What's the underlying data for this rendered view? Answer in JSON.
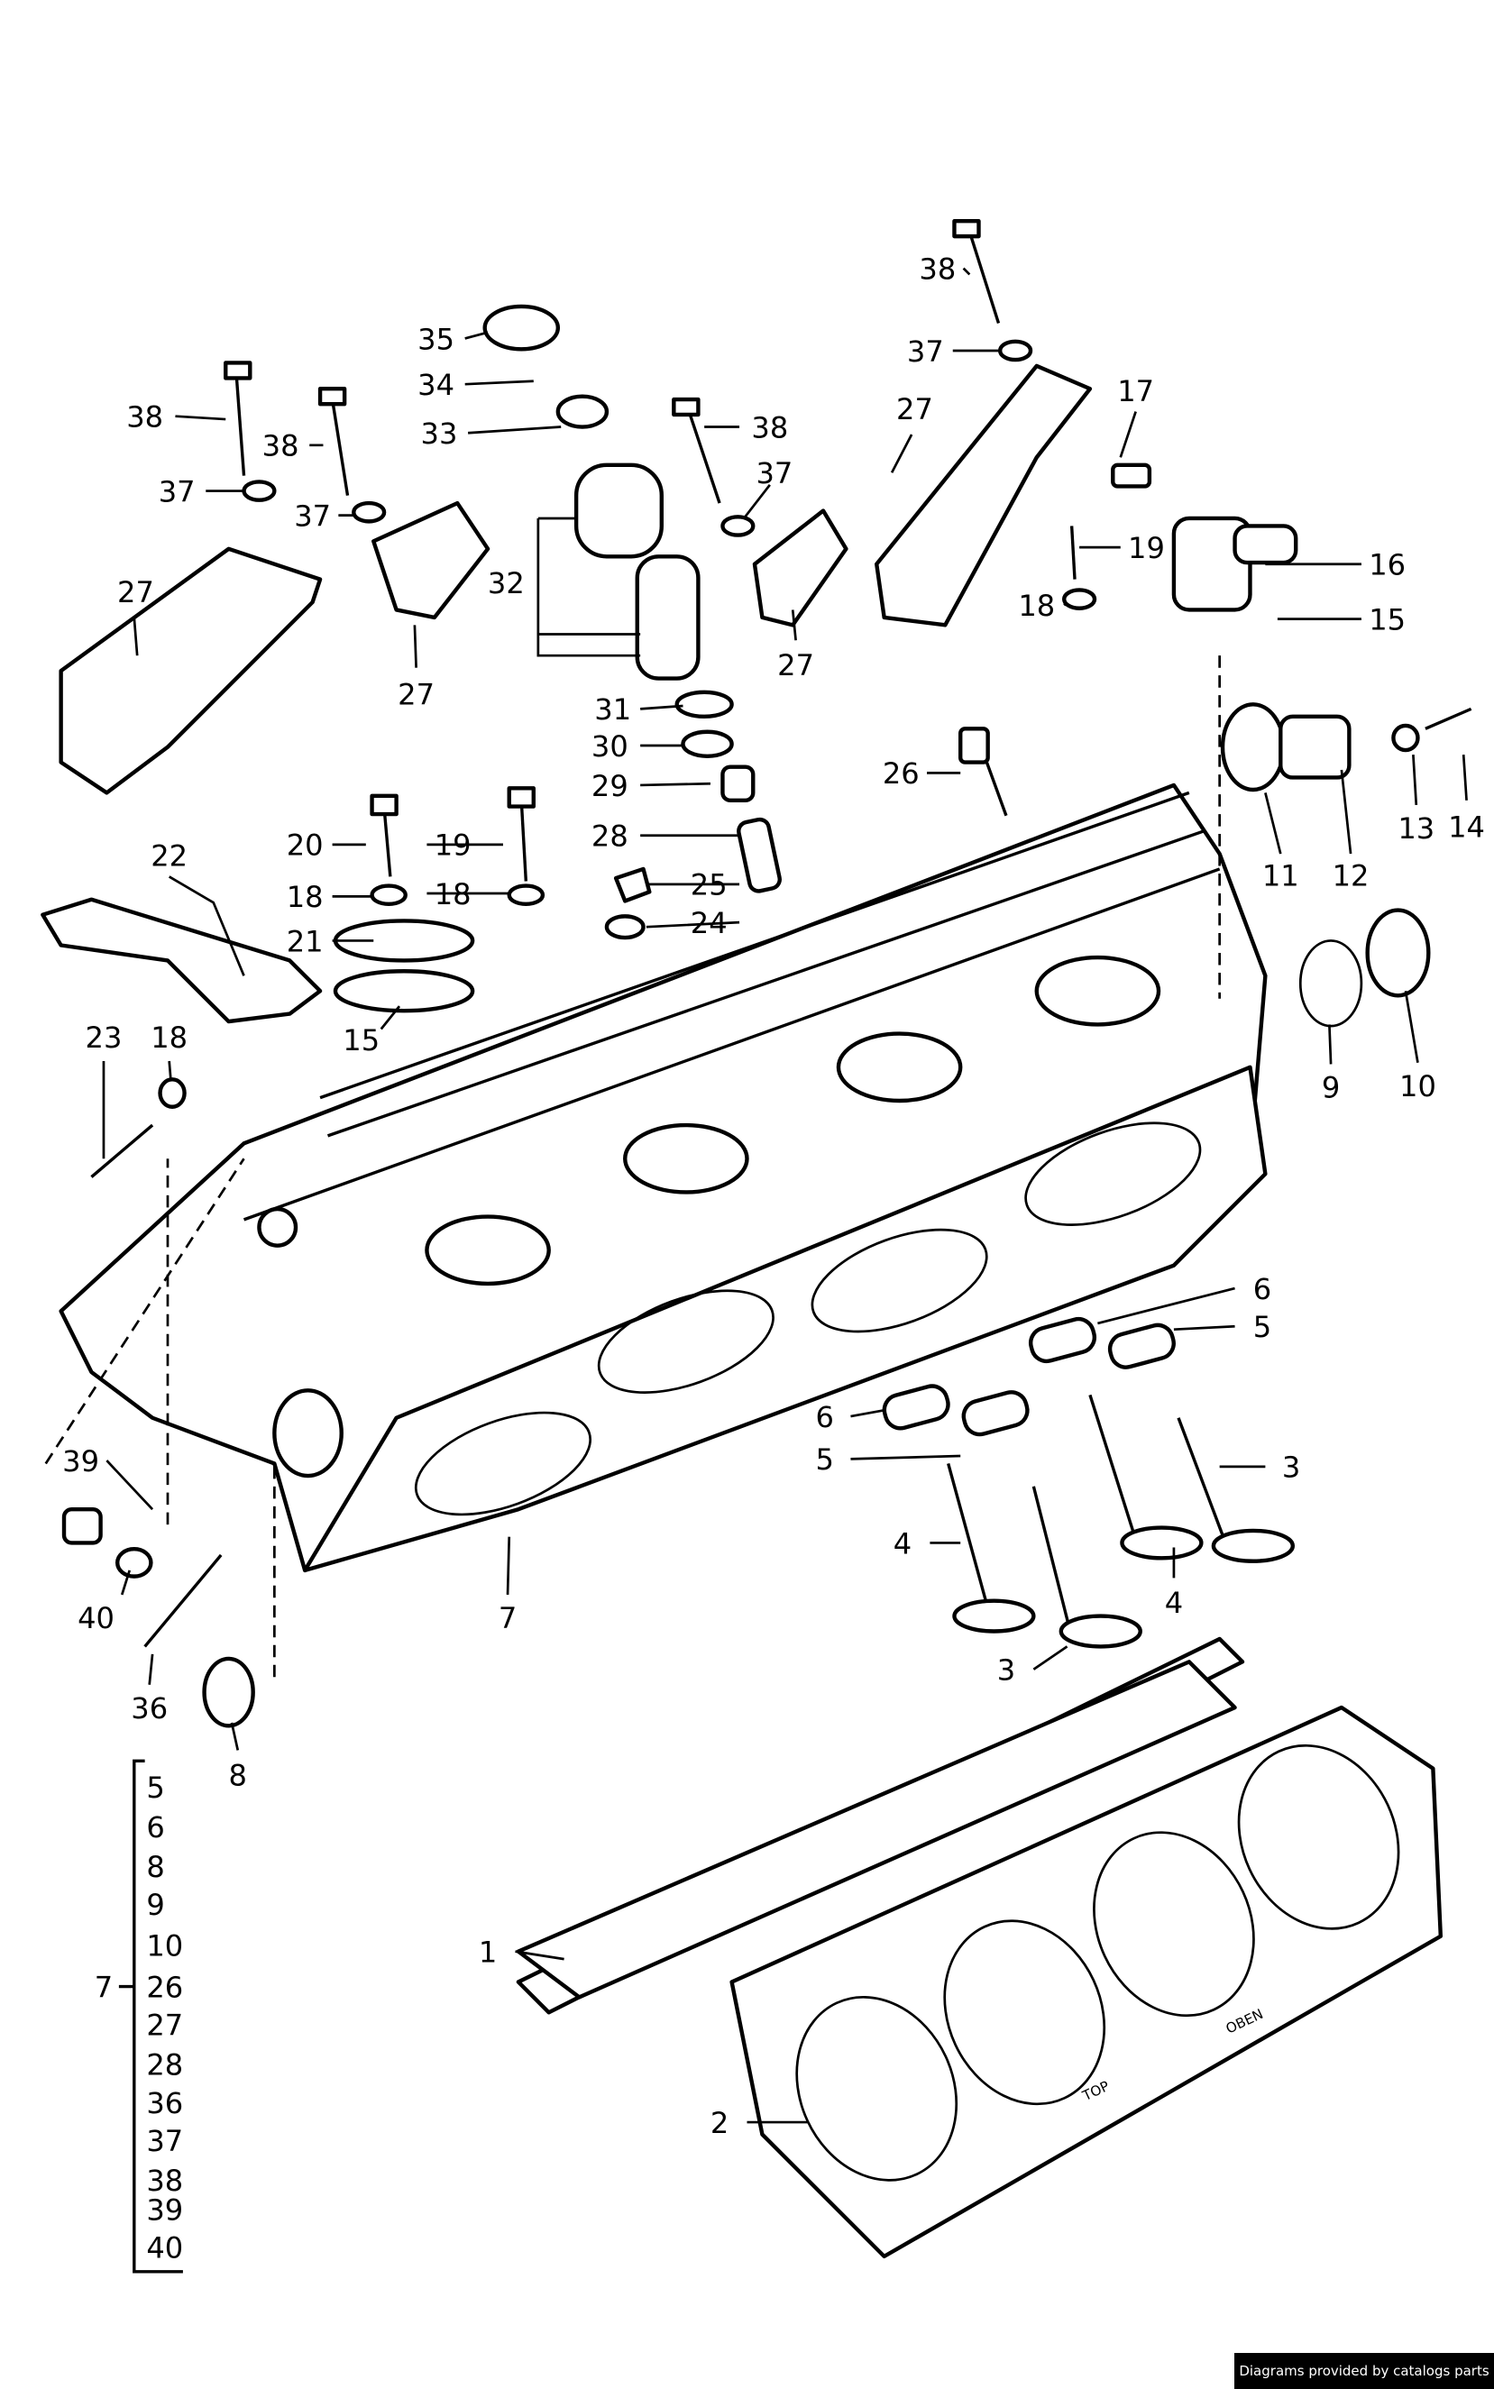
{
  "diagram": {
    "callouts": [
      "38",
      "37",
      "35",
      "34",
      "33",
      "17",
      "27",
      "38",
      "38",
      "38",
      "37",
      "37",
      "37",
      "32",
      "19",
      "16",
      "18",
      "15",
      "27",
      "27",
      "27",
      "31",
      "30",
      "29",
      "28",
      "26",
      "11",
      "12",
      "13",
      "14",
      "22",
      "20",
      "19",
      "18",
      "18",
      "25",
      "24",
      "21",
      "15",
      "23",
      "18",
      "9",
      "10",
      "6",
      "5",
      "6",
      "5",
      "3",
      "4",
      "4",
      "7",
      "39",
      "40",
      "36",
      "8",
      "3",
      "1",
      "2"
    ],
    "kit_label": "7",
    "kit_items": [
      "5",
      "6",
      "8",
      "9",
      "10",
      "26",
      "27",
      "28",
      "36",
      "37",
      "38",
      "39",
      "40"
    ],
    "gasket_marks": [
      "TOP",
      "OBEN"
    ]
  },
  "footer": {
    "credit": "Diagrams provided by catalogs parts"
  }
}
